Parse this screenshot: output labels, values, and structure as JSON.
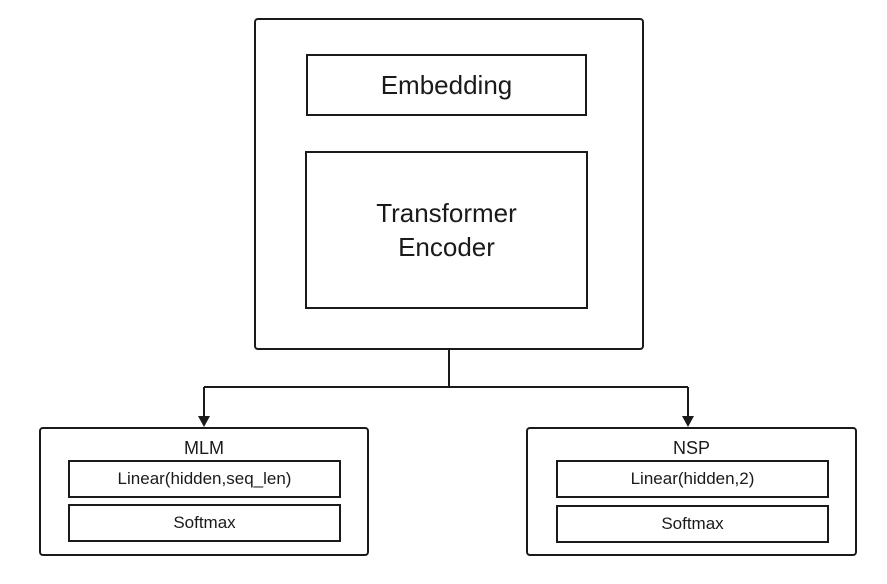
{
  "backbone": {
    "embedding_label": "Embedding",
    "encoder_label": "Transformer\nEncoder"
  },
  "heads": {
    "mlm": {
      "title": "MLM",
      "linear_label": "Linear(hidden,seq_len)",
      "softmax_label": "Softmax"
    },
    "nsp": {
      "title": "NSP",
      "linear_label": "Linear(hidden,2)",
      "softmax_label": "Softmax"
    }
  }
}
